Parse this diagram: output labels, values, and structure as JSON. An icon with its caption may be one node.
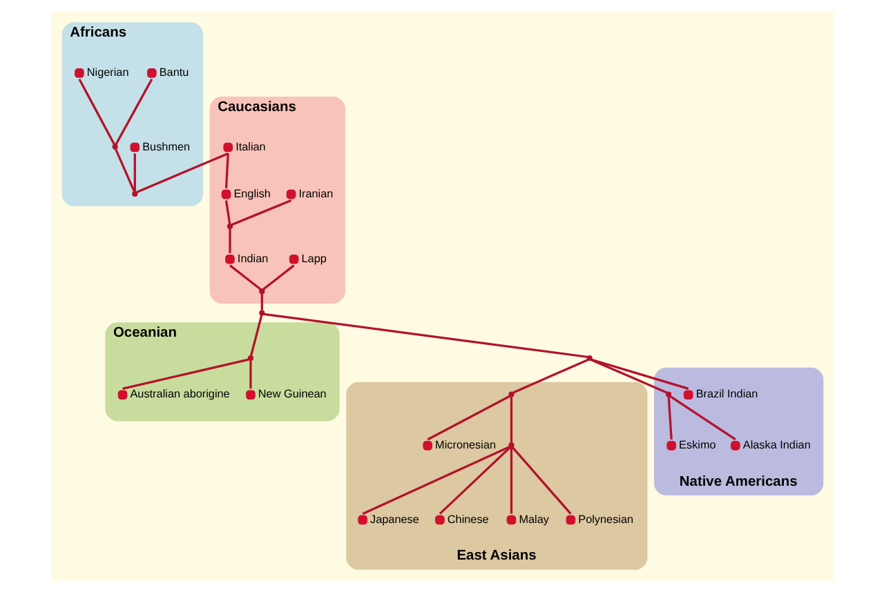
{
  "diagram": {
    "nodes": [
      {
        "text": [
          "Africans"
        ]
      },
      {
        "text": [
          "Nigerian"
        ],
        "in": 0
      },
      {
        "text": [
          "Bantu"
        ],
        "in": 0
      },
      {
        "text": [
          "Bushmen"
        ],
        "in": 0
      },
      {
        "text": [],
        "shape": "point",
        "in": 0
      },
      {
        "text": [],
        "shape": "point",
        "in": 0
      },
      {
        "text": [
          "Caucasians"
        ]
      },
      {
        "text": [
          "Italian"
        ],
        "in": 6
      },
      {
        "text": [
          "Iranian"
        ],
        "in": 6
      },
      {
        "text": [
          "Lapp"
        ],
        "in": 6
      },
      {
        "text": [
          "English"
        ],
        "in": 6
      },
      {
        "text": [
          "Indian"
        ],
        "in": 6
      },
      {
        "text": [],
        "shape": "point",
        "in": 6
      },
      {
        "text": [],
        "shape": "point",
        "in": 6
      },
      {
        "text": [],
        "shape": "point"
      },
      {
        "text": [],
        "shape": "point"
      },
      {
        "text": [
          "Oceanian"
        ]
      },
      {
        "text": [
          "Australian aborigine"
        ],
        "in": 16
      },
      {
        "text": [
          "New Guinean"
        ],
        "in": 16
      },
      {
        "text": [],
        "shape": "point",
        "in": 16
      },
      {
        "text": [
          "East Asians"
        ]
      },
      {
        "text": [
          "Japanese"
        ],
        "in": 20
      },
      {
        "text": [
          "Chinese"
        ],
        "in": 20
      },
      {
        "text": [
          "Malay"
        ],
        "in": 20
      },
      {
        "text": [
          "Polynesian"
        ],
        "in": 20
      },
      {
        "text": [
          "Micronesian"
        ],
        "in": 20
      },
      {
        "text": [],
        "shape": "point",
        "in": 20
      },
      {
        "text": [],
        "shape": "point",
        "in": 20
      },
      {
        "text": [
          "Native Americans"
        ]
      },
      {
        "text": [
          "Eskimo"
        ],
        "in": 28
      },
      {
        "text": [
          "Brazil Indian"
        ],
        "in": 28
      },
      {
        "text": [
          "Alaska Indian"
        ],
        "in": 28
      },
      {
        "text": [],
        "shape": "point",
        "in": 28
      }
    ],
    "edges": [
      {
        "from": 1,
        "to": 4,
        "arrow": "none"
      },
      {
        "from": 2,
        "to": 4,
        "arrow": "none"
      },
      {
        "from": 4,
        "to": 5,
        "arrow": "none"
      },
      {
        "from": 3,
        "to": 5,
        "arrow": "none"
      },
      {
        "from": 7,
        "to": 5,
        "arrow": "none"
      },
      {
        "from": 7,
        "to": 10,
        "arrow": "none"
      },
      {
        "from": 10,
        "to": 12,
        "arrow": "none"
      },
      {
        "from": 8,
        "to": 12,
        "arrow": "none"
      },
      {
        "from": 12,
        "to": 11,
        "arrow": "none"
      },
      {
        "from": 11,
        "to": 13,
        "arrow": "none"
      },
      {
        "from": 9,
        "to": 13,
        "arrow": "none"
      },
      {
        "from": 13,
        "to": 14,
        "arrow": "none"
      },
      {
        "from": 14,
        "to": 19,
        "arrow": "none"
      },
      {
        "from": 19,
        "to": 17,
        "arrow": "none"
      },
      {
        "from": 19,
        "to": 18,
        "arrow": "none"
      },
      {
        "from": 14,
        "to": 15,
        "arrow": "none"
      },
      {
        "from": 15,
        "to": 26,
        "arrow": "none"
      },
      {
        "from": 26,
        "to": 27,
        "arrow": "none"
      },
      {
        "from": 27,
        "to": 21,
        "arrow": "none"
      },
      {
        "from": 27,
        "to": 22,
        "arrow": "none"
      },
      {
        "from": 27,
        "to": 23,
        "arrow": "none"
      },
      {
        "from": 27,
        "to": 24,
        "arrow": "none"
      },
      {
        "from": 26,
        "to": 25,
        "arrow": "none"
      },
      {
        "from": 15,
        "to": 32,
        "arrow": "none"
      },
      {
        "from": 32,
        "to": 29,
        "arrow": "none"
      },
      {
        "from": 32,
        "to": 31,
        "arrow": "none"
      },
      {
        "from": 15,
        "to": 30,
        "arrow": "none"
      }
    ]
  }
}
